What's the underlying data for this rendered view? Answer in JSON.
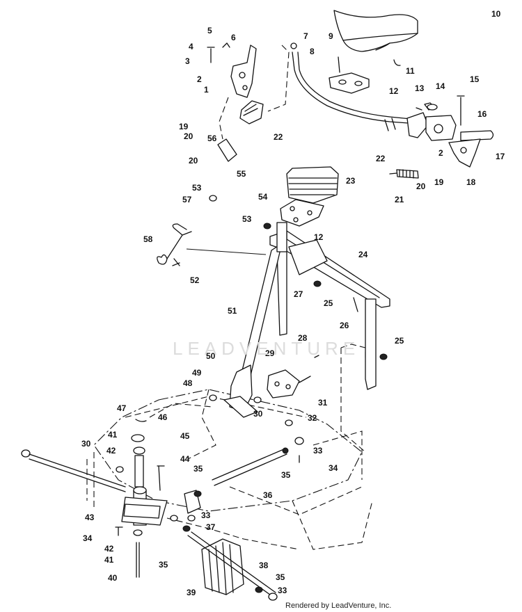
{
  "diagram": {
    "watermark": "LEADVENTURE",
    "credit": "Rendered by LeadVenture, Inc.",
    "callouts": [
      "10",
      "5",
      "6",
      "7",
      "4",
      "9",
      "8",
      "3",
      "2",
      "11",
      "1",
      "12",
      "13",
      "14",
      "15",
      "19",
      "20",
      "56",
      "22",
      "16",
      "22",
      "2",
      "17",
      "20",
      "55",
      "20",
      "19",
      "18",
      "21",
      "23",
      "53",
      "57",
      "54",
      "53",
      "12",
      "58",
      "24",
      "52",
      "27",
      "25",
      "51",
      "26",
      "28",
      "25",
      "50",
      "29",
      "49",
      "48",
      "30",
      "31",
      "47",
      "46",
      "32",
      "41",
      "45",
      "30",
      "42",
      "33",
      "44",
      "34",
      "35",
      "35",
      "43",
      "36",
      "33",
      "37",
      "34",
      "42",
      "35",
      "41",
      "40",
      "38",
      "39",
      "35",
      "33"
    ]
  }
}
